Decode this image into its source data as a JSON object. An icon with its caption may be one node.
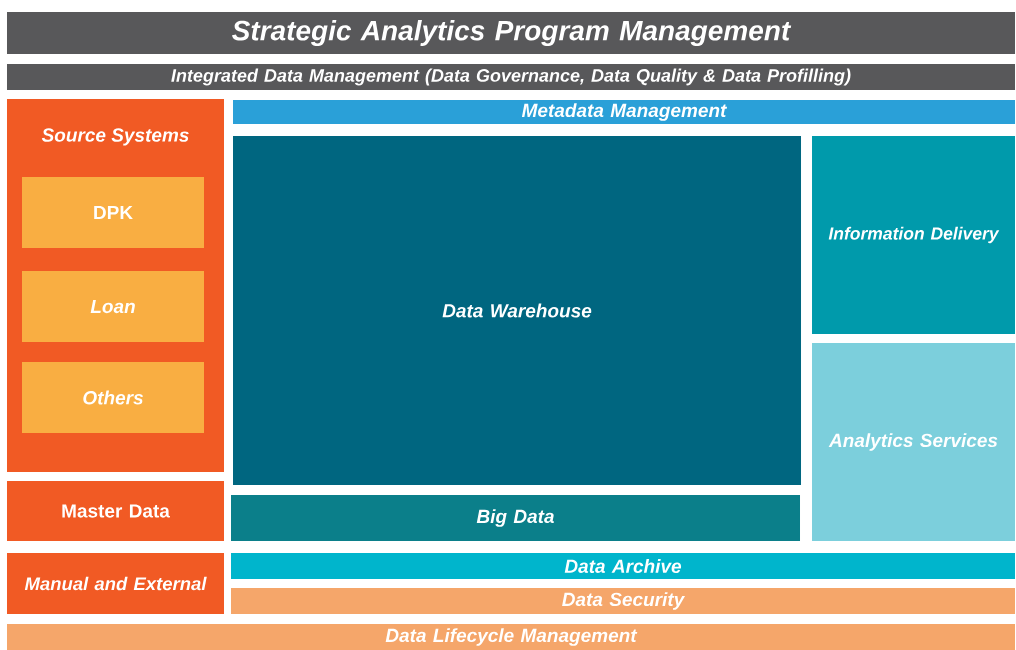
{
  "diagram": {
    "nodes": [
      {
        "text": [
          "Strategic Analytics Program Management"
        ]
      },
      {
        "text": [
          "Integrated Data Management (Data Governance, Data Quality & Data Profilling)"
        ]
      },
      {
        "text": [
          "Source Systems"
        ]
      },
      {
        "text": [
          "DPK"
        ],
        "in": 2
      },
      {
        "text": [
          "Loan"
        ],
        "in": 2
      },
      {
        "text": [
          "Others"
        ],
        "in": 2
      },
      {
        "text": [
          "Metadata Management"
        ]
      },
      {
        "text": [
          "Data Warehouse"
        ]
      },
      {
        "text": [
          "Information Delivery"
        ]
      },
      {
        "text": [
          "Analytics Services"
        ]
      },
      {
        "text": [
          "Master Data"
        ]
      },
      {
        "text": [
          "Big Data"
        ]
      },
      {
        "text": [
          "Manual and External"
        ]
      },
      {
        "text": [
          "Data Archive"
        ]
      },
      {
        "text": [
          "Data Security"
        ]
      },
      {
        "text": [
          "Data Lifecycle Management"
        ]
      }
    ]
  }
}
